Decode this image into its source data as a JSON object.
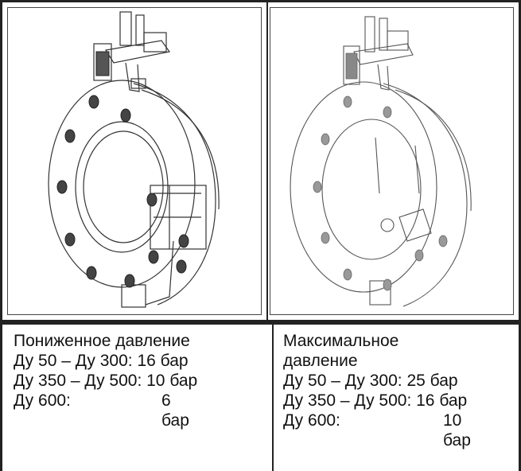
{
  "left": {
    "heading": "Пониженное давление",
    "rows": [
      {
        "label": "Ду 50 – Ду 300: 16 бар"
      },
      {
        "label": "Ду 350 – Ду 500: 10 бар"
      },
      {
        "label": "Ду 600:",
        "value": "6 бар"
      }
    ]
  },
  "right": {
    "heading_line1": "Максимальное",
    "heading_line2": "давление",
    "rows": [
      {
        "label": "Ду 50 – Ду 300: 25 бар"
      },
      {
        "label": "Ду 350 – Ду 500: 16 бар"
      },
      {
        "label": "Ду 600:",
        "value": "10 бар"
      }
    ]
  }
}
